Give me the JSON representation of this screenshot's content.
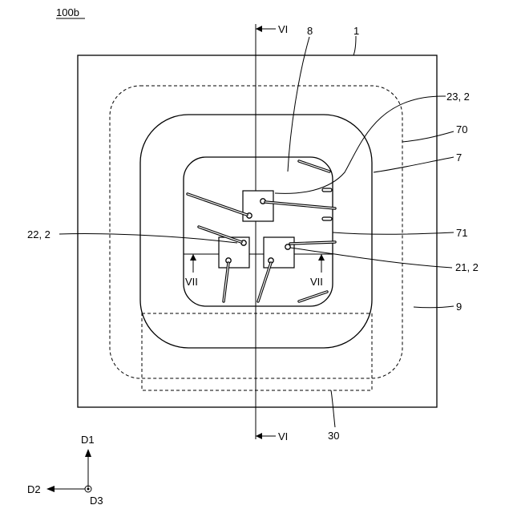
{
  "figure": {
    "title": "100b",
    "labels": {
      "package": "1",
      "element_region": "8",
      "element_23": "23, 2",
      "outer_dashed": "70",
      "mold": "7",
      "element_22": "22, 2",
      "inner_boundary": "71",
      "element_21": "21, 2",
      "substrate": "9",
      "terminal": "30",
      "section_vi_top": "VI",
      "section_vi_bottom": "VI",
      "section_vii_left": "VII",
      "section_vii_right": "VII"
    },
    "axes": {
      "d1": "D1",
      "d2": "D2",
      "d3": "D3"
    }
  }
}
